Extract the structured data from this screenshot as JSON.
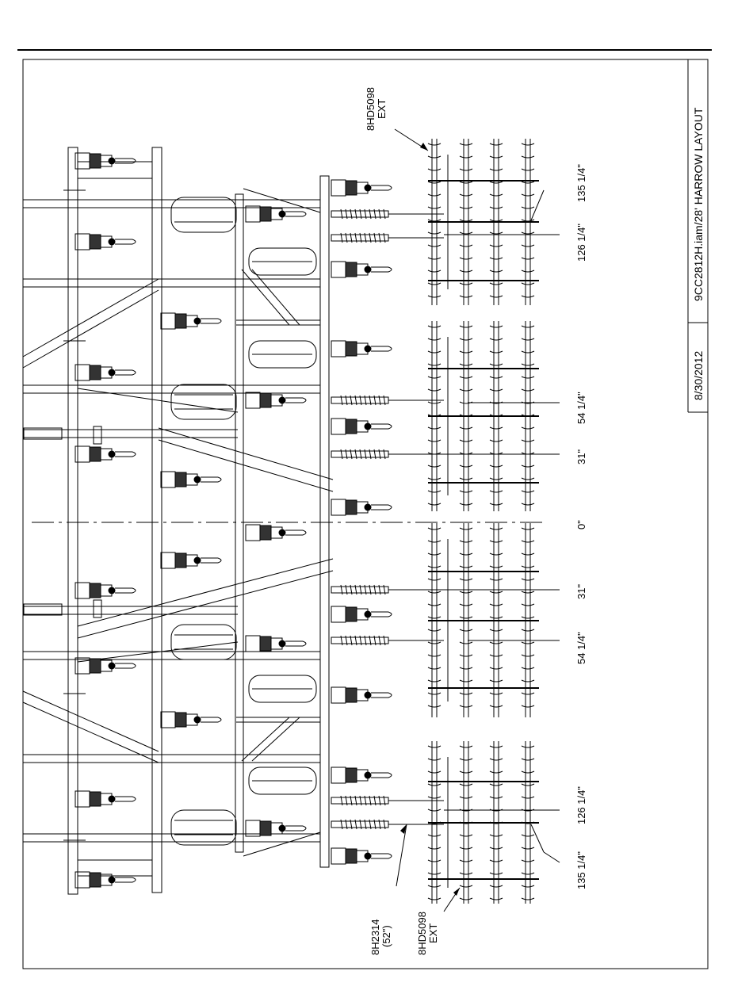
{
  "title_block": {
    "drawing_name": "9CC2812H.iam/28' HARROW LAYOUT",
    "date": "8/30/2012"
  },
  "callouts": {
    "part_top": [
      "8HD5098",
      "EXT"
    ],
    "part_bottom_ext": [
      "8HD5098",
      "EXT"
    ],
    "part_bottom_tube": [
      "8H2314",
      "(52\")"
    ]
  },
  "dimensions": [
    "135 1/4\"",
    "126 1/4\"",
    "54 1/4\"",
    "31\"",
    "0\"",
    "31\"",
    "54 1/4\"",
    "126 1/4\"",
    "135 1/4\""
  ]
}
